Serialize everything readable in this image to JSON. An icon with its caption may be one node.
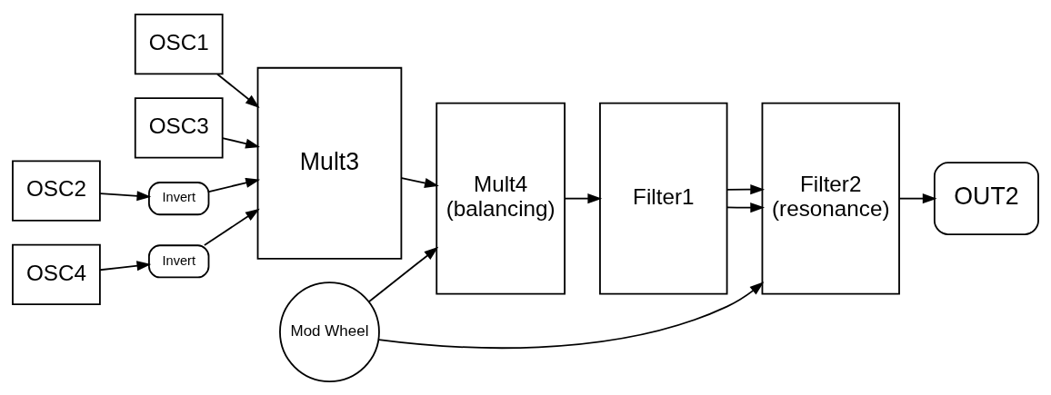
{
  "diagram": {
    "nodes": [
      {
        "text": [
          "OSC1"
        ]
      },
      {
        "text": [
          "OSC2"
        ]
      },
      {
        "text": [
          "OSC3"
        ]
      },
      {
        "text": [
          "OSC4"
        ]
      },
      {
        "text": [
          "Invert"
        ]
      },
      {
        "text": [
          "Invert"
        ]
      },
      {
        "text": [
          "Mult3"
        ]
      },
      {
        "text": [
          "Mult4",
          "(balancing)"
        ]
      },
      {
        "text": [
          "Filter1"
        ]
      },
      {
        "text": [
          "Filter2",
          "(resonance)"
        ]
      },
      {
        "text": [
          "OUT2"
        ]
      },
      {
        "text": [
          "Mod Wheel"
        ]
      }
    ],
    "edges": [
      {
        "from": 0,
        "to": 6,
        "arrow": "to"
      },
      {
        "from": 1,
        "to": 4,
        "arrow": "to"
      },
      {
        "from": 4,
        "to": 6,
        "arrow": "to"
      },
      {
        "from": 2,
        "to": 6,
        "arrow": "to"
      },
      {
        "from": 3,
        "to": 5,
        "arrow": "to"
      },
      {
        "from": 5,
        "to": 6,
        "arrow": "to"
      },
      {
        "from": 6,
        "to": 7,
        "arrow": "to"
      },
      {
        "from": 7,
        "to": 8,
        "arrow": "to"
      },
      {
        "from": 8,
        "to": 9,
        "arrow": "to"
      },
      {
        "from": 8,
        "to": 9,
        "arrow": "to"
      },
      {
        "from": 9,
        "to": 10,
        "arrow": "to"
      },
      {
        "from": 11,
        "to": 7,
        "arrow": "to"
      },
      {
        "from": 11,
        "to": 9,
        "arrow": "to"
      }
    ]
  }
}
